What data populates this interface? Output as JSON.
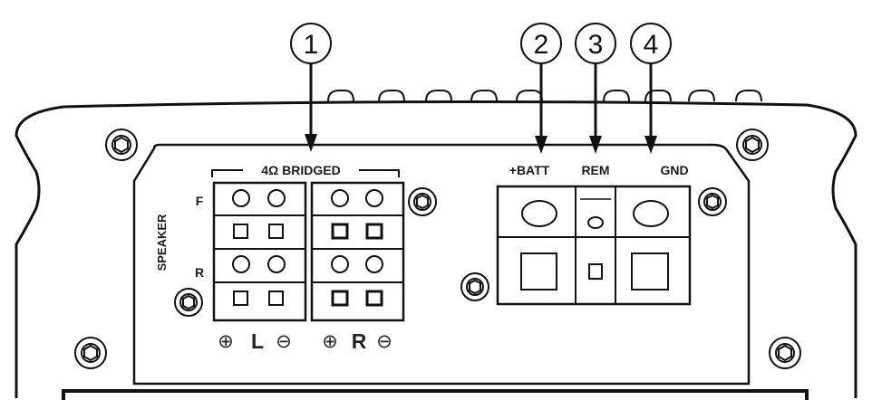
{
  "callouts": [
    "1",
    "2",
    "3",
    "4"
  ],
  "labels": {
    "bridged": "4Ω  BRIDGED",
    "speaker": "SPEAKER",
    "front": "F",
    "rear": "R",
    "batt": "+BATT",
    "rem": "REM",
    "gnd": "GND",
    "plus": "⊕",
    "minus": "⊖",
    "left": "L",
    "right": "R"
  }
}
